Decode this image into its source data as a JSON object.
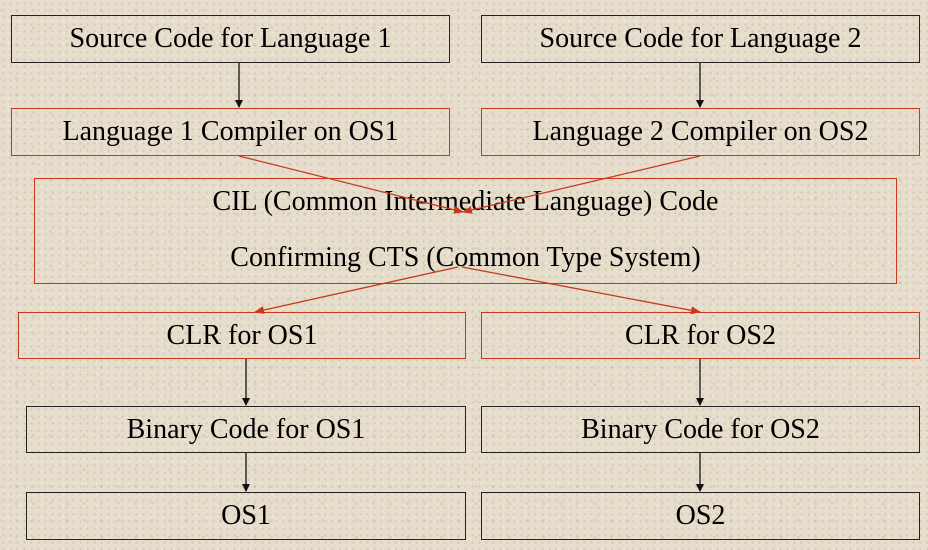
{
  "diagram": {
    "source1": "Source Code for Language 1",
    "source2": "Source Code for Language 2",
    "compiler1": "Language 1 Compiler on OS1",
    "compiler2": "Language 2 Compiler on OS2",
    "cil_line1": "CIL (Common Intermediate Language) Code",
    "cil_line2": "Confirming CTS (Common Type System)",
    "clr1": "CLR for OS1",
    "clr2": "CLR for OS2",
    "binary1": "Binary Code for OS1",
    "binary2": "Binary Code for OS2",
    "os1": "OS1",
    "os2": "OS2"
  },
  "colors": {
    "black_border": "#222222",
    "red_border": "#c8381a",
    "background": "#e6ddcc"
  }
}
